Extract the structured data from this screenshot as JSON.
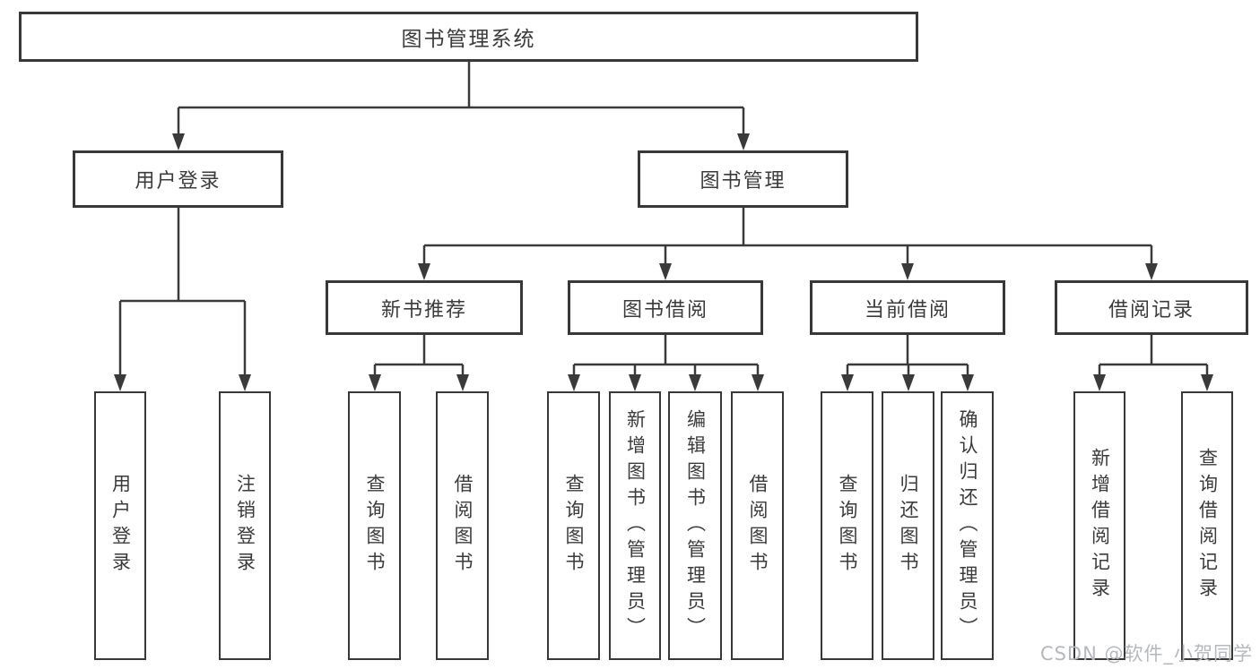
{
  "diagram": {
    "title": "图书管理系统",
    "branches": [
      {
        "label": "用户登录",
        "leaves": [
          {
            "label": "用户登录"
          },
          {
            "label": "注销登录"
          }
        ]
      },
      {
        "label": "图书管理",
        "groups": [
          {
            "label": "新书推荐",
            "leaves": [
              {
                "label": "查询图书"
              },
              {
                "label": "借阅图书"
              }
            ]
          },
          {
            "label": "图书借阅",
            "leaves": [
              {
                "label": "查询图书"
              },
              {
                "label": "新增图书（管理员）"
              },
              {
                "label": "编辑图书（管理员）"
              },
              {
                "label": "借阅图书"
              }
            ]
          },
          {
            "label": "当前借阅",
            "leaves": [
              {
                "label": "查询图书"
              },
              {
                "label": "归还图书"
              },
              {
                "label": "确认归还（管理员）"
              }
            ]
          },
          {
            "label": "借阅记录",
            "leaves": [
              {
                "label": "新增借阅记录"
              },
              {
                "label": "查询借阅记录"
              }
            ]
          }
        ]
      }
    ],
    "watermark": "CSDN @软件_小贺同学",
    "colors": {
      "line": "#3a3a3a",
      "box_border": "#383838",
      "box_bg": "#ffffff",
      "text": "#3b3b3b",
      "watermark": "#b5b8bd"
    }
  }
}
